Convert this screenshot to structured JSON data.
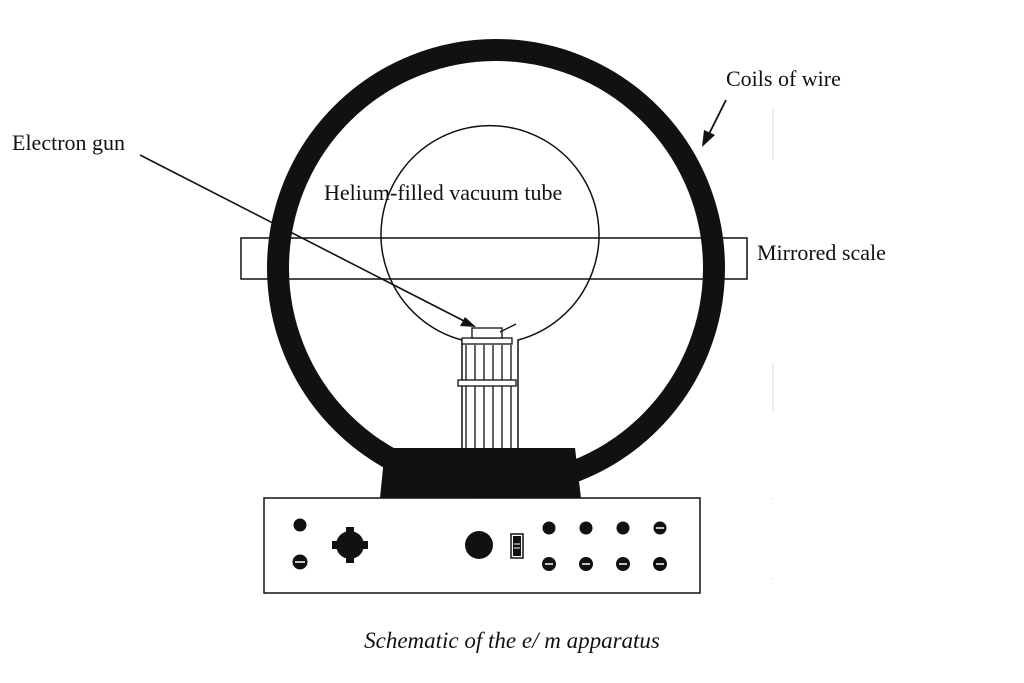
{
  "labels": {
    "coils": "Coils of wire",
    "electron_gun": "Electron gun",
    "tube": "Helium-filled vacuum tube",
    "scale": "Mirrored scale"
  },
  "caption": "Schematic of the e/ m apparatus",
  "colors": {
    "ink": "#111111",
    "background": "#ffffff"
  }
}
